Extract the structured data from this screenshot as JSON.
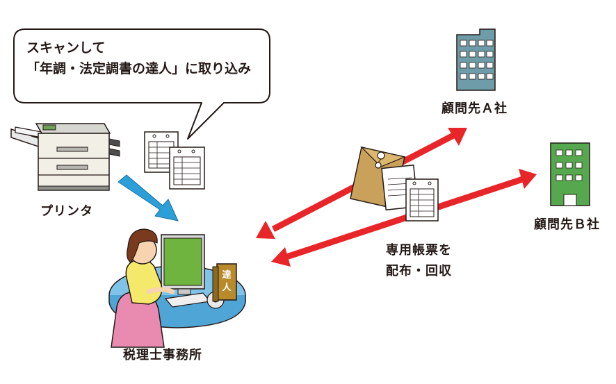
{
  "callout": {
    "line1": "スキャンして",
    "line2": "「年調・法定調書の達人」に取り込み"
  },
  "labels": {
    "printer": "プリンタ",
    "tax_office": "税理士事務所",
    "client_a": "顧問先Ａ社",
    "client_b": "顧問先Ｂ社",
    "forms_line1": "専用帳票を",
    "forms_line2": "配布・回収"
  },
  "software_box": {
    "char1": "達",
    "char2": "人"
  },
  "colors": {
    "arrow_red": "#e8262a",
    "arrow_blue": "#2d9fd8",
    "building_a": "#6e9ca8",
    "building_b": "#55a84e",
    "envelope": "#c9a15b",
    "monitor_screen": "#6fb43f",
    "desk": "#7fc4e8",
    "chair": "#e98bb1",
    "software_box": "#b98a2c"
  }
}
